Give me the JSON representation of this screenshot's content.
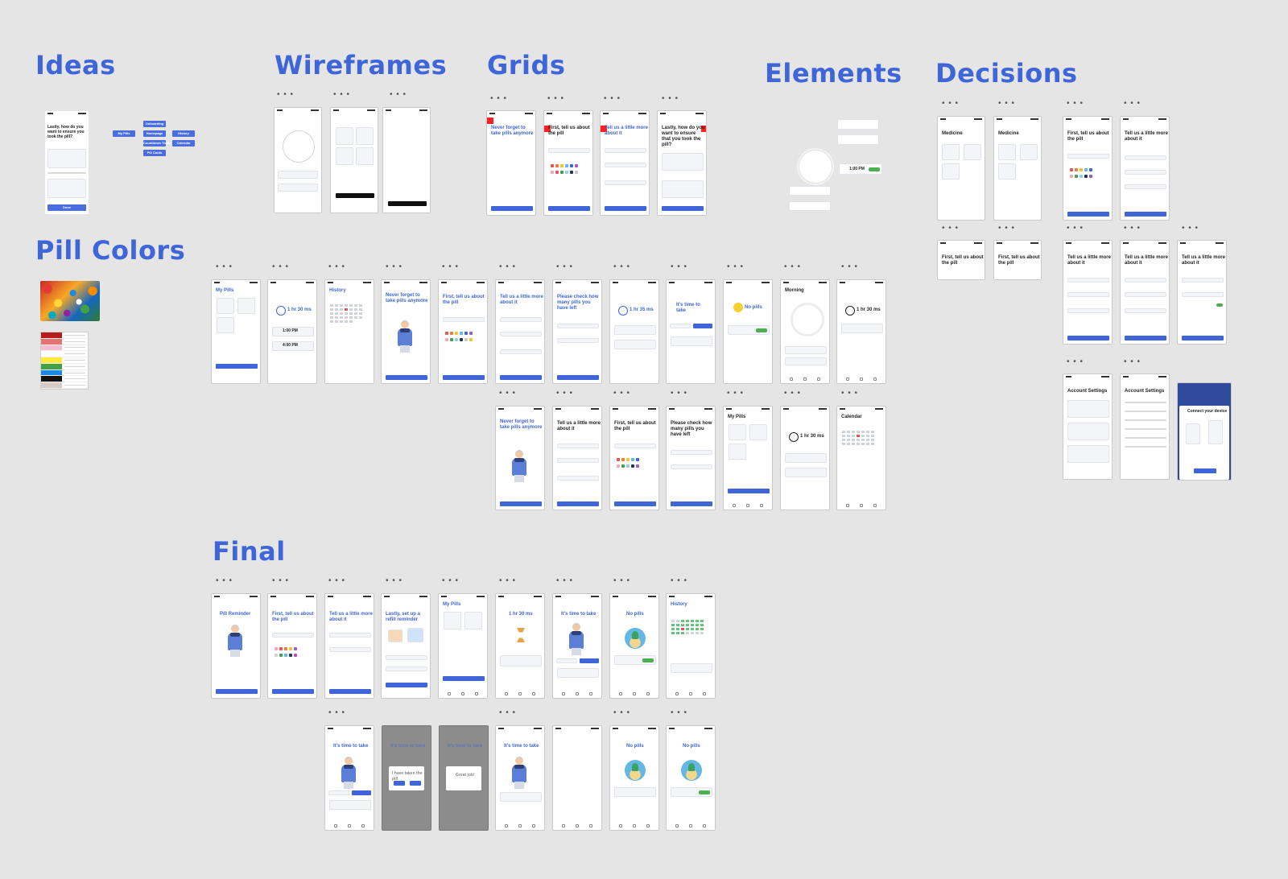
{
  "sections": {
    "ideas": "Ideas",
    "wireframes": "Wireframes",
    "grids": "Grids",
    "elements": "Elements",
    "decisions": "Decisions",
    "pill_colors": "Pill Colors",
    "final": "Final"
  },
  "frame_menu": "• • •",
  "accent": "#3e66d8",
  "ideas": {
    "screen_title": "Lastly, how do you want to ensure you took the pill?",
    "done": "Done",
    "flow_chips": [
      "My Pills",
      "Onboarding",
      "Homepage",
      "History",
      "Countdown Timer",
      "Calendar",
      "Pill Cards"
    ]
  },
  "grids": {
    "titles": [
      "Never forget to take pills anymore",
      "First, tell us about the pill",
      "Tell us a little more about it",
      "Lastly, how do you want to ensure that you took the pill?"
    ]
  },
  "elements": {
    "time_chip": "1:00 PM"
  },
  "decisions": {
    "medicine": "Medicine",
    "first": "First, tell us about the pill",
    "more": "Tell us a little more about it",
    "account_settings": "Account Settings",
    "connect": "Connect your device"
  },
  "main_row1": {
    "my_pills": "My Pills",
    "timer": "1 hr 30 ms",
    "history": "History",
    "never_forget": "Never forget to take pills anymore",
    "first": "First, tell us about the pill",
    "more": "Tell us a little more about it",
    "check": "Please check how many pills you have left",
    "timer2": "1 hr 35 ms",
    "time_to_take": "It's time to take",
    "no_pills": "No pills",
    "morning": "Morning",
    "timer3": "1 hr 30 ms",
    "time1": "1:00 PM",
    "time2": "4:00 PM"
  },
  "main_row2": {
    "never_forget": "Never forget to take pills anymore",
    "more": "Tell us a little more about it",
    "first": "First, tell us about the pill",
    "check": "Please check how many pills you have left",
    "my_pills": "My Pills",
    "timer": "1 hr 30 ms",
    "calendar": "Calendar"
  },
  "final": {
    "pill_reminder": "Pill Reminder",
    "first": "First, tell us about the pill",
    "more": "Tell us a little more about it",
    "refill": "Lastly, set up a refill reminder",
    "my_pills": "My Pills",
    "timer": "1 hr 30 ms",
    "time_to_take": "It's time to take",
    "no_pills": "No pills",
    "history": "History",
    "taken_dialog": "I have taken the pill",
    "great_job": "Great job!"
  }
}
